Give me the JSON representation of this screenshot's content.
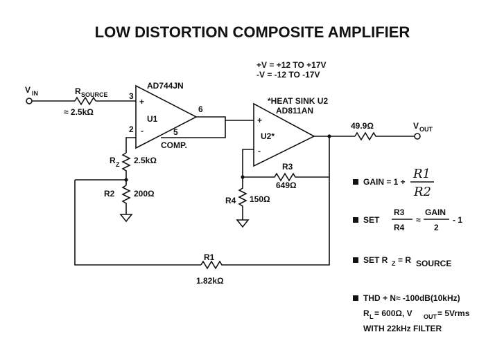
{
  "title": "LOW DISTORTION COMPOSITE AMPLIFIER",
  "supply": {
    "pos": "+V = +12 TO +17V",
    "neg": "-V = -12 TO -17V"
  },
  "input": {
    "v": "V",
    "sub": "IN"
  },
  "rsource": {
    "r": "R",
    "sub": "SOURCE",
    "value": "≈ 2.5kΩ"
  },
  "u1": {
    "part": "AD744JN",
    "label": "U1",
    "pin3": "3",
    "pin2": "2",
    "pin6": "6",
    "pin5": "5",
    "comp": "COMP.",
    "plus": "+",
    "minus": "-"
  },
  "u2": {
    "note": "*HEAT SINK U2",
    "part": "AD811AN",
    "label": "U2*",
    "plus": "+",
    "minus": "-"
  },
  "rz": {
    "r": "R",
    "sub": "Z",
    "value": "2.5kΩ"
  },
  "r2": {
    "name": "R2",
    "value": "200Ω"
  },
  "r3": {
    "name": "R3",
    "value": "649Ω"
  },
  "r4": {
    "name": "R4",
    "value": "150Ω"
  },
  "r1": {
    "name": "R1",
    "value": "1.82kΩ"
  },
  "rout": {
    "value": "49.9Ω"
  },
  "output": {
    "v": "V",
    "sub": "OUT"
  },
  "notes": {
    "gain_label": "GAIN = 1 +",
    "gain_num": "R1",
    "gain_den": "R2",
    "set_label": "SET",
    "set_num": "R3",
    "set_den": "R4",
    "set_approx": "≈",
    "set_gain": "GAIN",
    "set_two": "2",
    "set_minus": "- 1",
    "setrz_a": "SET R",
    "setrz_b": "Z",
    "setrz_c": "= R",
    "setrz_d": "SOURCE",
    "thd": "THD + N≈ -100dB(10kHz)",
    "rl_a": "R",
    "rl_b": "L",
    "rl_c": "= 600Ω, V",
    "rl_d": "OUT",
    "rl_e": "= 5Vrms",
    "filter": "WITH 22kHz FILTER"
  }
}
